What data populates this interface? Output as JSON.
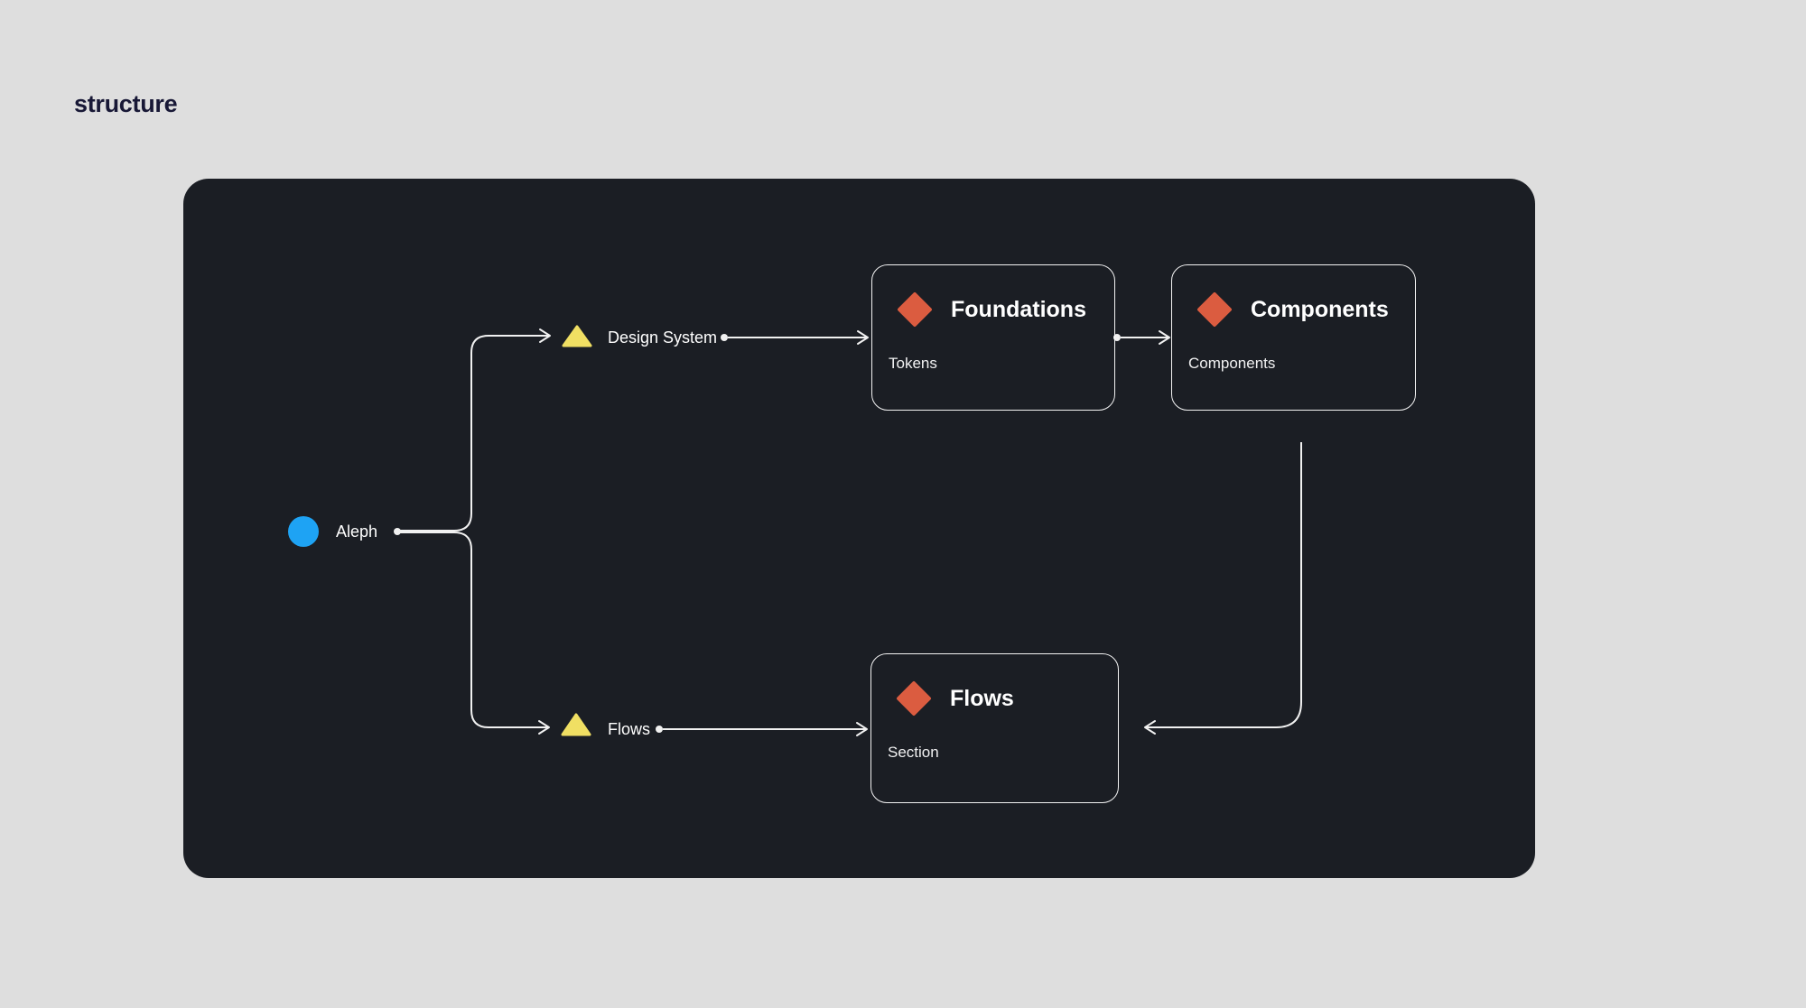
{
  "page": {
    "title": "structure"
  },
  "colors": {
    "page_bg": "#dedede",
    "canvas_bg": "#1b1e24",
    "line": "#f1f1f1",
    "title_text": "#181836",
    "node_text": "#ffffff",
    "circle": "#1ea3f4",
    "triangle": "#f0df63",
    "diamond": "#db5c40"
  },
  "nodes": {
    "aleph": {
      "label": "Aleph",
      "shape": "circle"
    },
    "design_system": {
      "label": "Design System",
      "shape": "triangle"
    },
    "flows": {
      "label": "Flows",
      "shape": "triangle"
    }
  },
  "cards": [
    {
      "id": "foundations",
      "icon": "diamond-icon",
      "title": "Foundations",
      "subtitle": "Tokens"
    },
    {
      "id": "components",
      "icon": "diamond-icon",
      "title": "Components",
      "subtitle": "Components"
    },
    {
      "id": "flows-section",
      "icon": "diamond-icon",
      "title": "Flows",
      "subtitle": "Section"
    }
  ],
  "edges": [
    {
      "from": "aleph",
      "to": "design-system"
    },
    {
      "from": "aleph",
      "to": "flows-node"
    },
    {
      "from": "design-system",
      "to": "foundations"
    },
    {
      "from": "foundations",
      "to": "components"
    },
    {
      "from": "components",
      "to": "flows-section"
    },
    {
      "from": "flows-node",
      "to": "flows-section"
    }
  ]
}
